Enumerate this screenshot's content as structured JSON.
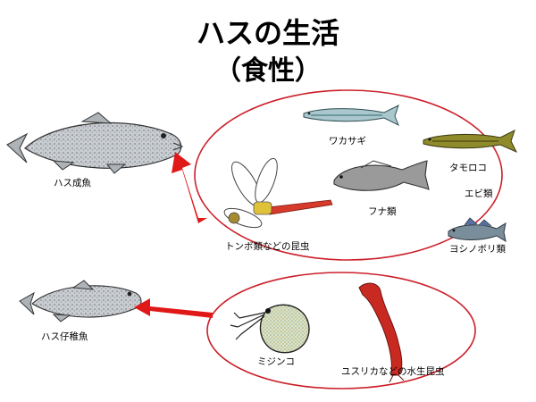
{
  "title": {
    "line1": "ハスの生活",
    "line2": "（食性）"
  },
  "predators": {
    "adult": "ハス成魚",
    "juvenile": "ハス仔稚魚"
  },
  "prey_adult": {
    "wakasagi": "ワカサギ",
    "tamoroko": "タモロコ",
    "ebi": "エビ類",
    "funa": "フナ類",
    "yoshinobori": "ヨシノボリ類",
    "tonbo": "トンボ類などの昆虫"
  },
  "prey_juvenile": {
    "mijinko": "ミジンコ",
    "yusurika": "ユスリカなどの水生昆虫"
  },
  "colors": {
    "ellipse": "#cc1f2a",
    "arrow": "#e01818",
    "adult_fish": "#b8bcc0",
    "wakasagi": "#a9c7cc",
    "tamoroko": "#8f8a2a",
    "funa": "#9a9a9a",
    "yoshinobori": "#7a8d9a",
    "dragonfly_body": "#d63a2a",
    "midge_larva": "#c82a22"
  }
}
